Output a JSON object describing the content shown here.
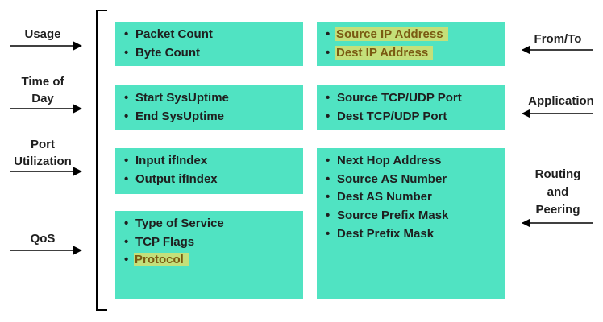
{
  "left_labels": [
    {
      "text": "Usage"
    },
    {
      "text": "Time of\nDay"
    },
    {
      "text": "Port\nUtilization"
    },
    {
      "text": "QoS"
    }
  ],
  "right_labels": [
    {
      "text": "From/To"
    },
    {
      "text": "Application"
    },
    {
      "text": "Routing\nand\nPeering"
    }
  ],
  "left_boxes": [
    {
      "items": [
        {
          "text": "Packet Count",
          "highlight": false
        },
        {
          "text": "Byte Count",
          "highlight": false
        }
      ]
    },
    {
      "items": [
        {
          "text": "Start SysUptime",
          "highlight": false
        },
        {
          "text": "End SysUptime",
          "highlight": false
        }
      ]
    },
    {
      "items": [
        {
          "text": "Input ifIndex",
          "highlight": false
        },
        {
          "text": "Output ifIndex",
          "highlight": false
        }
      ]
    },
    {
      "items": [
        {
          "text": "Type of Service",
          "highlight": false
        },
        {
          "text": "TCP Flags",
          "highlight": false
        },
        {
          "text": "Protocol",
          "highlight": true
        }
      ]
    }
  ],
  "right_boxes": [
    {
      "items": [
        {
          "text": "Source IP Address",
          "highlight": true
        },
        {
          "text": "Dest IP Address",
          "highlight": true
        }
      ]
    },
    {
      "items": [
        {
          "text": "Source TCP/UDP Port",
          "highlight": false
        },
        {
          "text": "Dest TCP/UDP Port",
          "highlight": false
        }
      ]
    },
    {
      "items": [
        {
          "text": "Next Hop Address",
          "highlight": false
        },
        {
          "text": "Source AS Number",
          "highlight": false
        },
        {
          "text": "Dest AS Number",
          "highlight": false
        },
        {
          "text": "Source Prefix Mask",
          "highlight": false
        },
        {
          "text": "Dest Prefix Mask",
          "highlight": false
        }
      ]
    }
  ],
  "colors": {
    "box_fill": "#50e3c2",
    "highlight_fill": "#c4e07a",
    "highlight_text": "#7a5a12"
  }
}
